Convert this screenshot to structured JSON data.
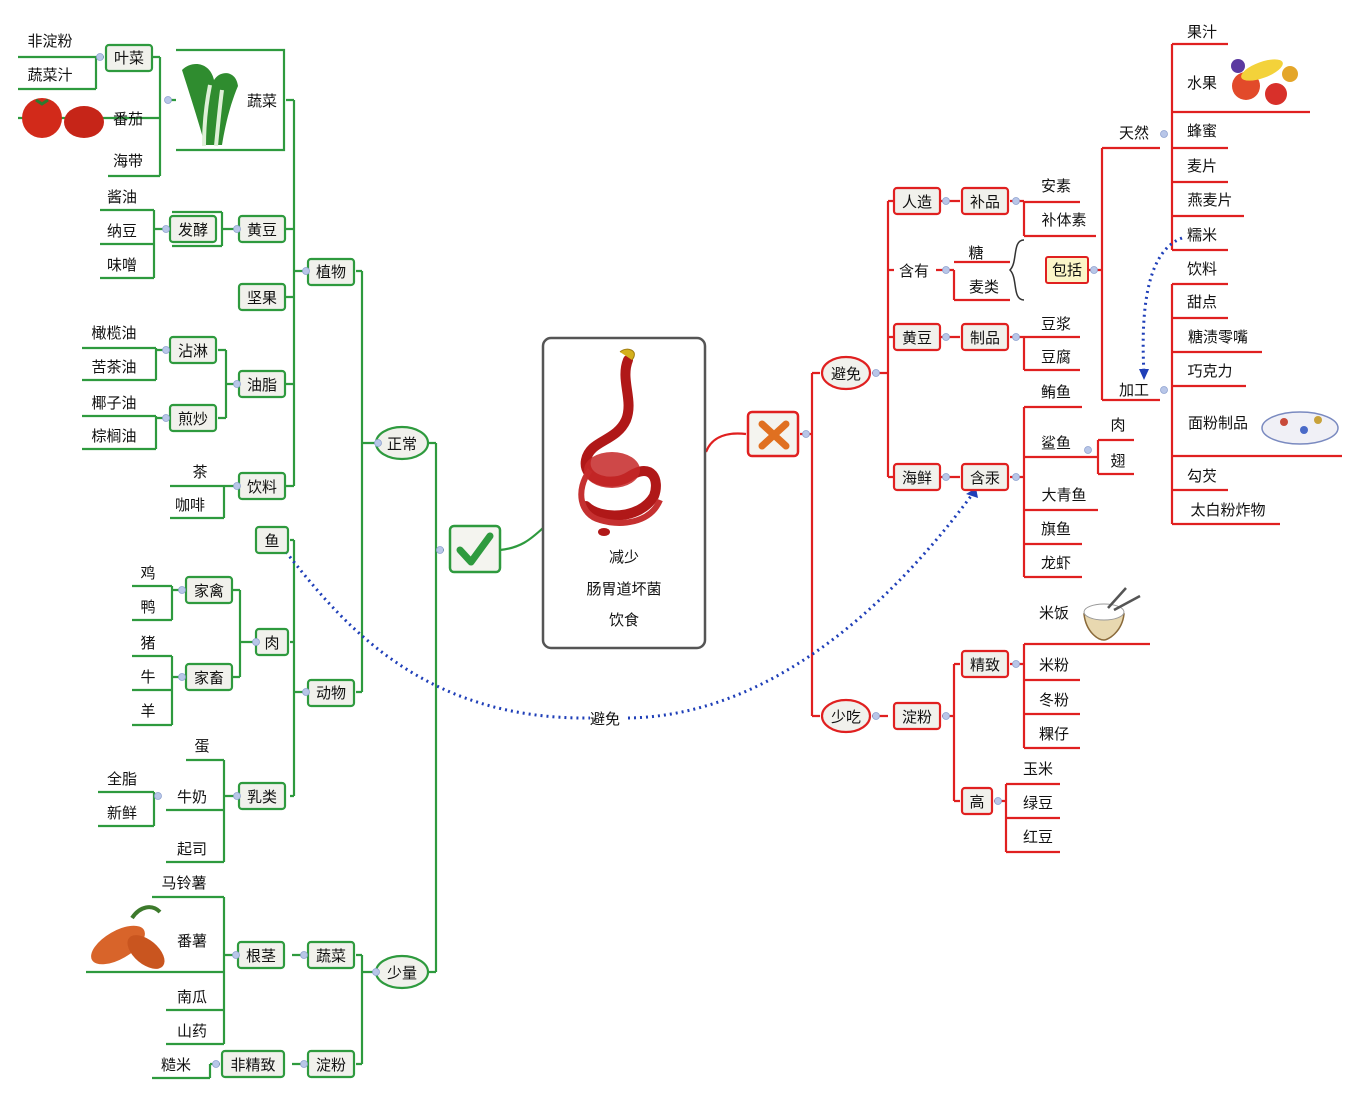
{
  "center": {
    "line1": "减少",
    "line2": "肠胃道坏菌",
    "line3": "饮食"
  },
  "left": {
    "normal": "正常",
    "less": "少量",
    "plant": "植物",
    "animal": "动物",
    "vegetable": "蔬菜",
    "leafy": "叶菜",
    "non_starch": "非淀粉",
    "veg_juice": "蔬菜汁",
    "tomato": "番茄",
    "kelp": "海带",
    "soybean": "黄豆",
    "ferment": "发酵",
    "soy_sauce": "酱油",
    "natto": "纳豆",
    "miso": "味噌",
    "nuts": "坚果",
    "oil": "油脂",
    "dip": "沾淋",
    "fry": "煎炒",
    "olive_oil": "橄榄油",
    "tea_oil": "苦茶油",
    "coconut_oil": "椰子油",
    "palm_oil": "棕榈油",
    "drink": "饮料",
    "tea": "茶",
    "coffee": "咖啡",
    "fish": "鱼",
    "meat": "肉",
    "poultry": "家禽",
    "livestock": "家畜",
    "chicken": "鸡",
    "duck": "鸭",
    "pork": "猪",
    "beef": "牛",
    "lamb": "羊",
    "dairy": "乳类",
    "egg": "蛋",
    "milk": "牛奶",
    "whole": "全脂",
    "fresh": "新鲜",
    "cheese": "起司",
    "veg2": "蔬菜",
    "root": "根茎",
    "potato": "马铃薯",
    "sweet_potato": "番薯",
    "pumpkin": "南瓜",
    "yam": "山药",
    "starch": "淀粉",
    "unrefined": "非精致",
    "brown_rice": "糙米"
  },
  "link_label": "避免",
  "right": {
    "avoid": "避免",
    "less": "少吃",
    "artificial": "人造",
    "supplement": "补品",
    "anso": "安素",
    "butisu": "补体素",
    "contains": "含有",
    "sugar": "糖",
    "wheat": "麦类",
    "include": "包括",
    "soybean": "黄豆",
    "product": "制品",
    "soymilk": "豆浆",
    "tofu": "豆腐",
    "seafood": "海鲜",
    "mercury": "含汞",
    "tuna": "鲔鱼",
    "shark": "鲨鱼",
    "shark_meat": "肉",
    "shark_fin": "翅",
    "mackerel": "大青鱼",
    "swordfish": "旗鱼",
    "lobster": "龙虾",
    "natural": "天然",
    "juice": "果汁",
    "fruit": "水果",
    "honey": "蜂蜜",
    "cereal": "麦片",
    "oatmeal": "燕麦片",
    "glutinous": "糯米",
    "processed": "加工",
    "beverage": "饮料",
    "dessert": "甜点",
    "candied": "糖渍零嘴",
    "chocolate": "巧克力",
    "flour": "面粉制品",
    "thicken": "勾芡",
    "fried": "太白粉炸物",
    "starch": "淀粉",
    "refined": "精致",
    "rice": "米饭",
    "rice_noodle": "米粉",
    "vermicelli": "冬粉",
    "kueh": "粿仔",
    "high": "高",
    "corn": "玉米",
    "mung": "绿豆",
    "red_bean": "红豆"
  },
  "colors": {
    "good": "#2e9a3e",
    "bad": "#e02020",
    "link": "#1f3fb8",
    "box": "#f1f1ec"
  }
}
